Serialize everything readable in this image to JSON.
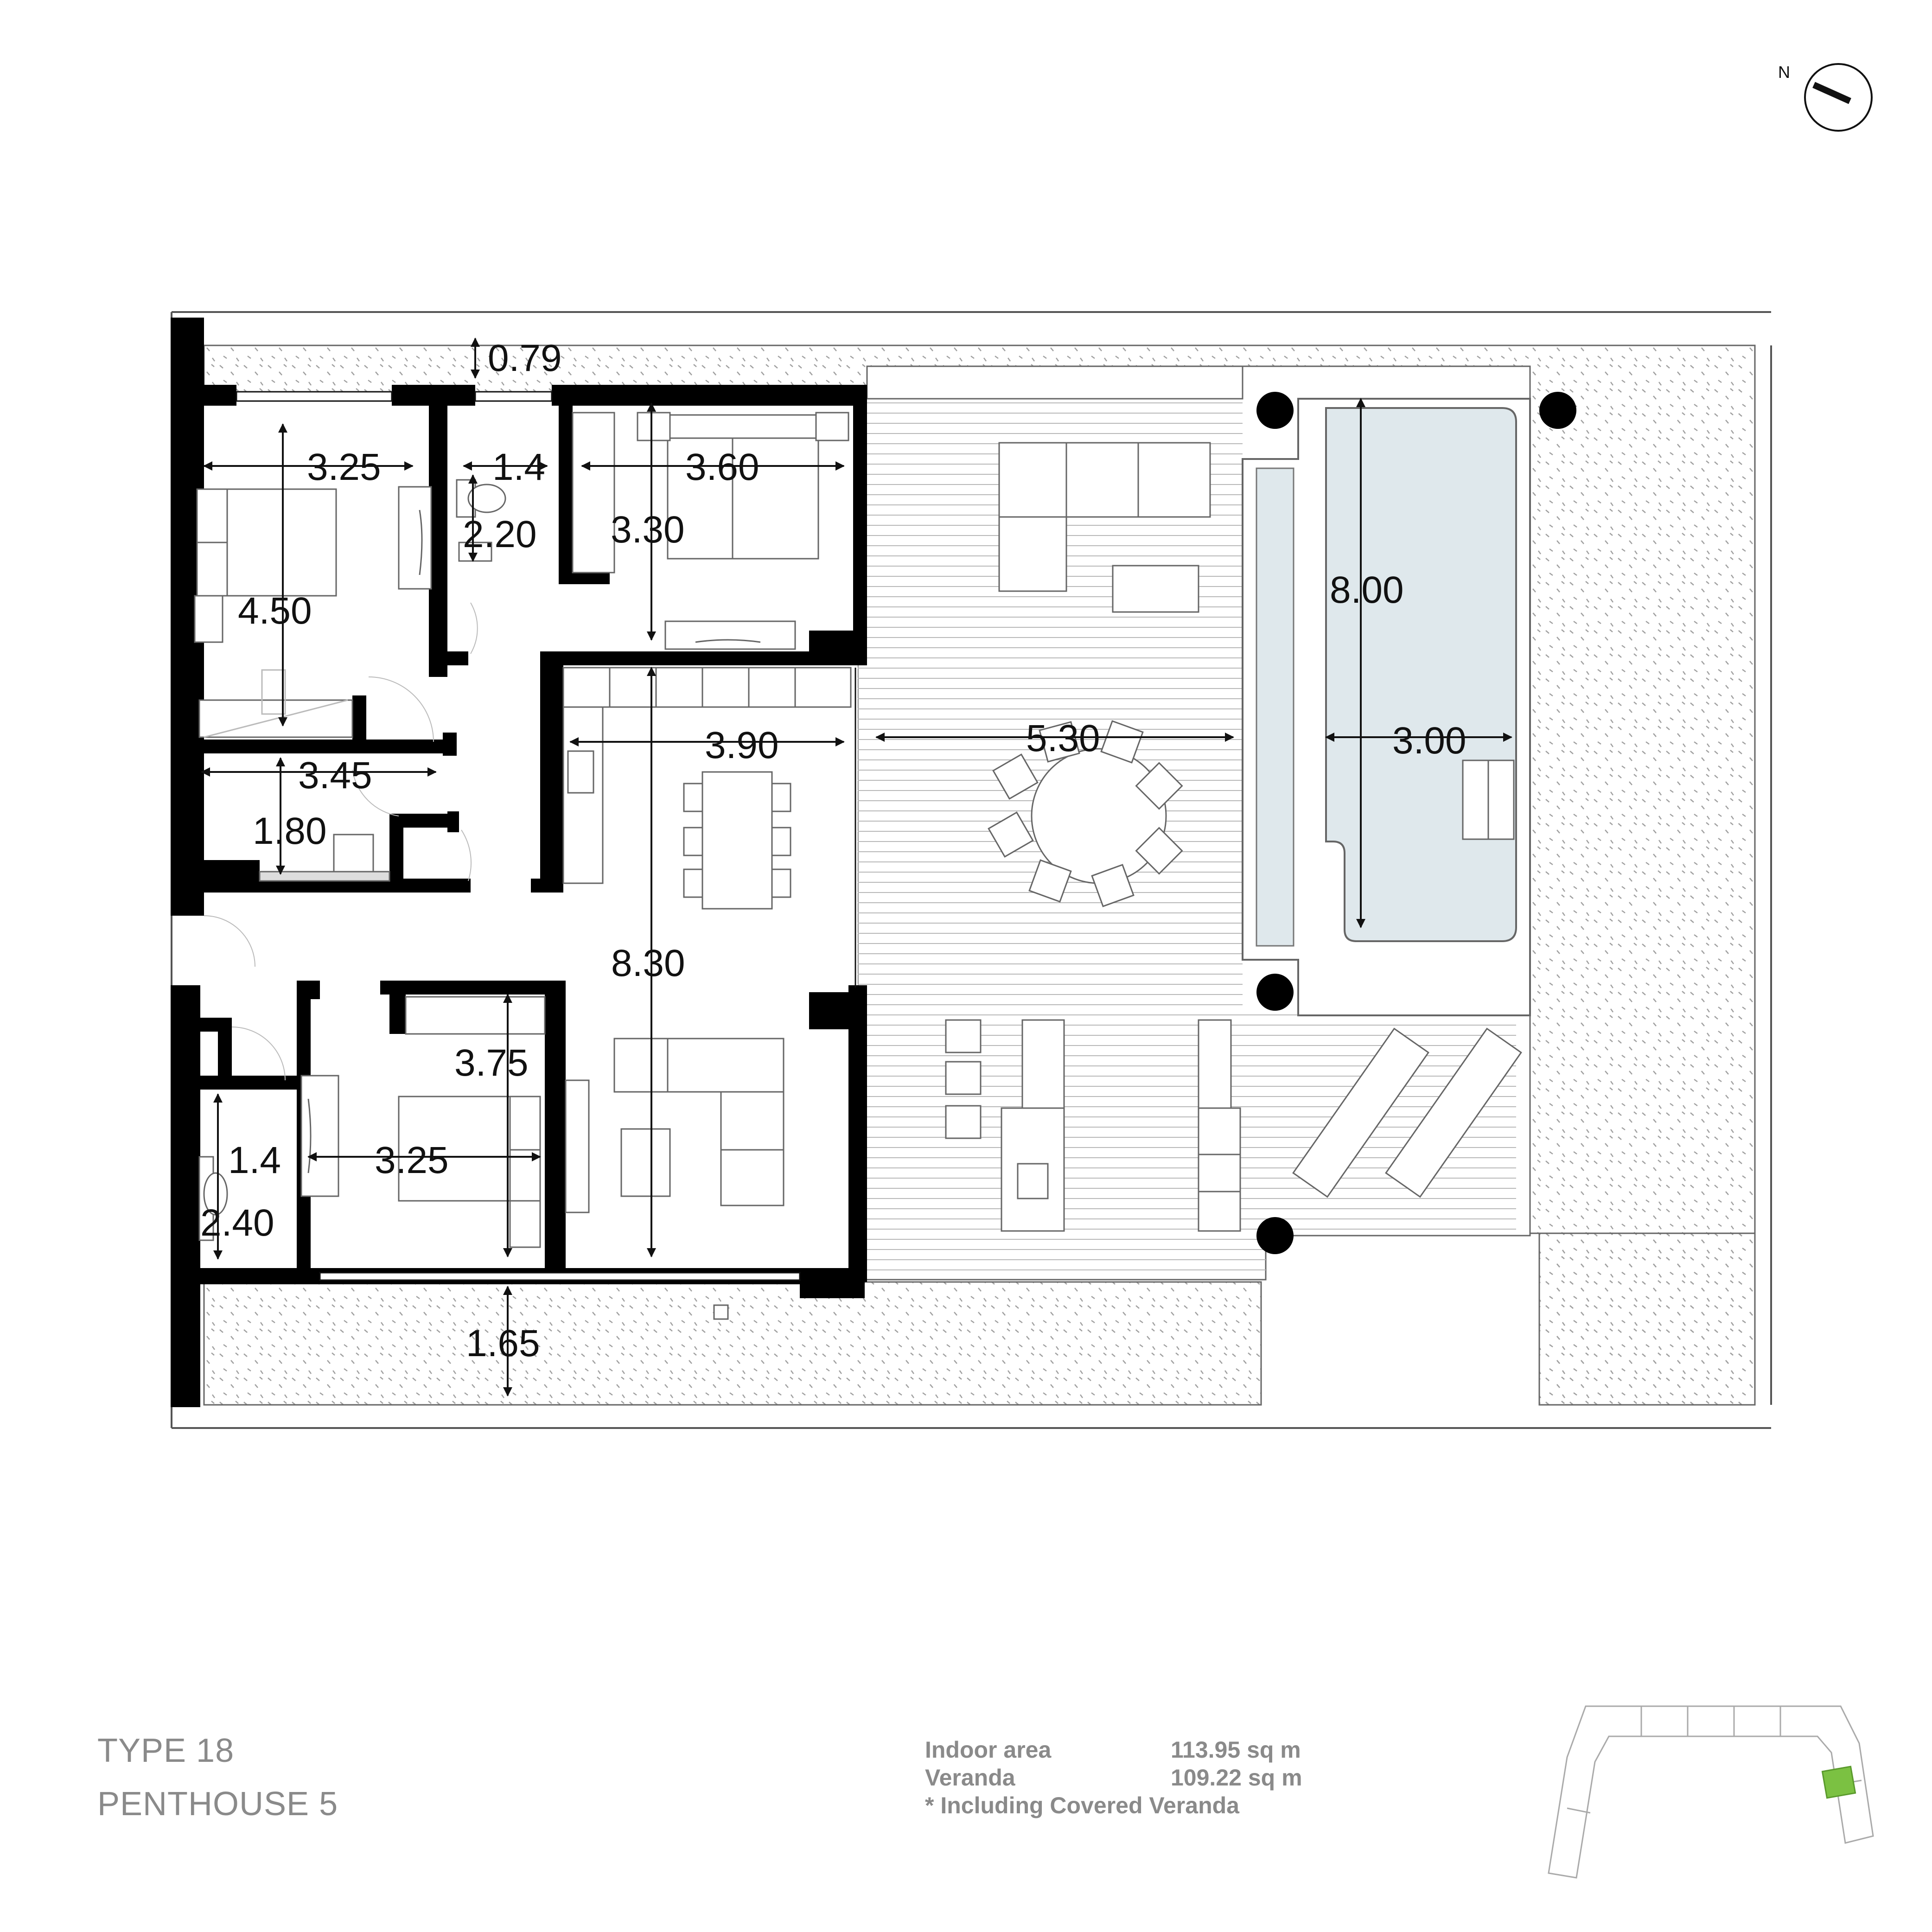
{
  "plan": {
    "type_label": "TYPE 18",
    "unit_label": "PENTHOUSE 5",
    "north_label": "N",
    "dimensions": {
      "terrace_top": "0.79",
      "bedroom1_width": "3.25",
      "bath1_width": "1.4",
      "bedroom2_width": "3.60",
      "bath1_depth": "2.20",
      "bedroom2_depth": "3.30",
      "bedroom1_depth": "4.50",
      "kitchen_width": "3.90",
      "laundry_width": "3.45",
      "laundry_depth": "1.80",
      "veranda_width": "5.30",
      "pool_length": "8.00",
      "pool_width": "3.00",
      "living_depth": "8.30",
      "bedroom3_depth": "3.75",
      "bath2_width": "1.4",
      "bedroom3_width": "3.25",
      "bath2_depth": "2.40",
      "terrace_bottom": "1.65"
    },
    "areas": {
      "indoor_label": "Indoor area",
      "indoor_value": "113.95 sq m",
      "veranda_label": "Veranda",
      "veranda_value": "109.22 sq m",
      "note": "* Including Covered Veranda"
    },
    "colors": {
      "wall": "#000000",
      "pool_water": "#dfe8ec",
      "terrace_dots": "#9a9a9a",
      "highlight_unit": "#7bc142",
      "text_gray": "#8a8a8a"
    }
  }
}
